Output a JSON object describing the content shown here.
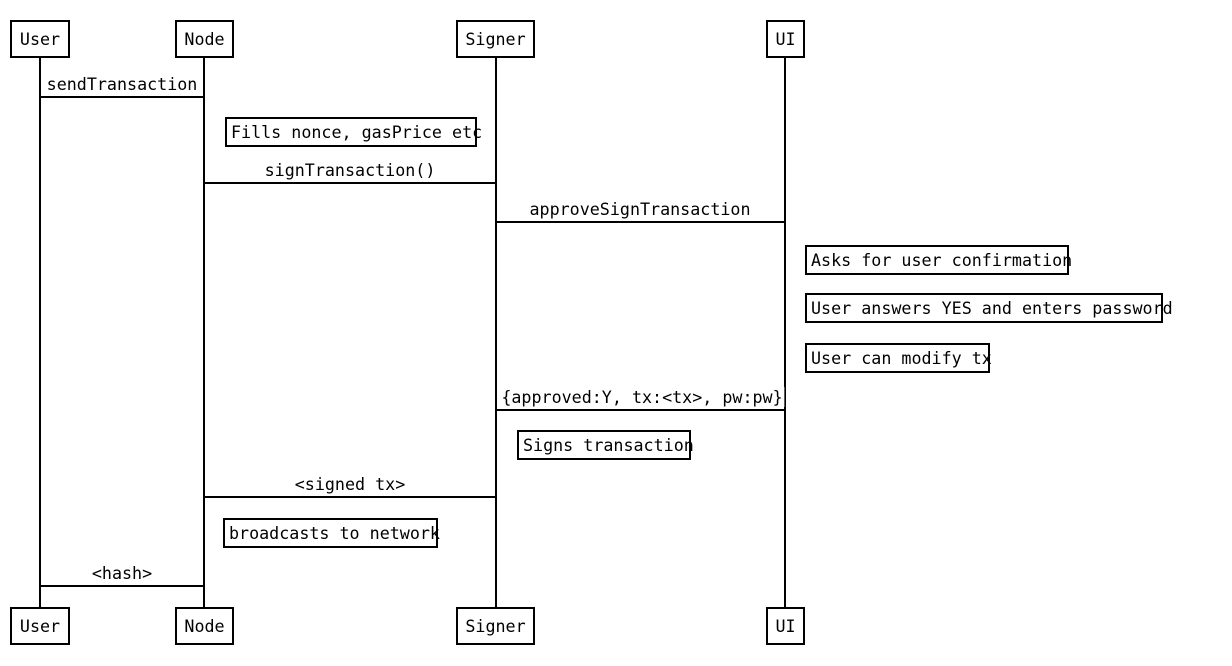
{
  "diagram_type": "sequence-diagram",
  "colors": {
    "foreground": "#000000",
    "background": "#ffffff"
  },
  "actors": [
    {
      "name": "User"
    },
    {
      "name": "Node"
    },
    {
      "name": "Signer"
    },
    {
      "name": "UI"
    }
  ],
  "messages": [
    {
      "kind": "message",
      "from": "User",
      "to": "Node",
      "label": "sendTransaction"
    },
    {
      "kind": "note",
      "over": "Node",
      "label": "Fills nonce, gasPrice etc"
    },
    {
      "kind": "message",
      "from": "Node",
      "to": "Signer",
      "label": "signTransaction()"
    },
    {
      "kind": "message",
      "from": "Signer",
      "to": "UI",
      "label": "approveSignTransaction"
    },
    {
      "kind": "note",
      "over": "UI",
      "label": "Asks for user confirmation"
    },
    {
      "kind": "note",
      "over": "UI",
      "label": "User answers YES and enters password"
    },
    {
      "kind": "note",
      "over": "UI",
      "label": "User can modify tx"
    },
    {
      "kind": "message",
      "from": "UI",
      "to": "Signer",
      "label": "{approved:Y, tx:<tx>, pw:pw}"
    },
    {
      "kind": "note",
      "over": "Signer",
      "label": "Signs transaction"
    },
    {
      "kind": "message",
      "from": "Signer",
      "to": "Node",
      "label": "<signed tx>"
    },
    {
      "kind": "note",
      "over": "Node",
      "label": "broadcasts to network"
    },
    {
      "kind": "message",
      "from": "Node",
      "to": "User",
      "label": "<hash>"
    }
  ]
}
